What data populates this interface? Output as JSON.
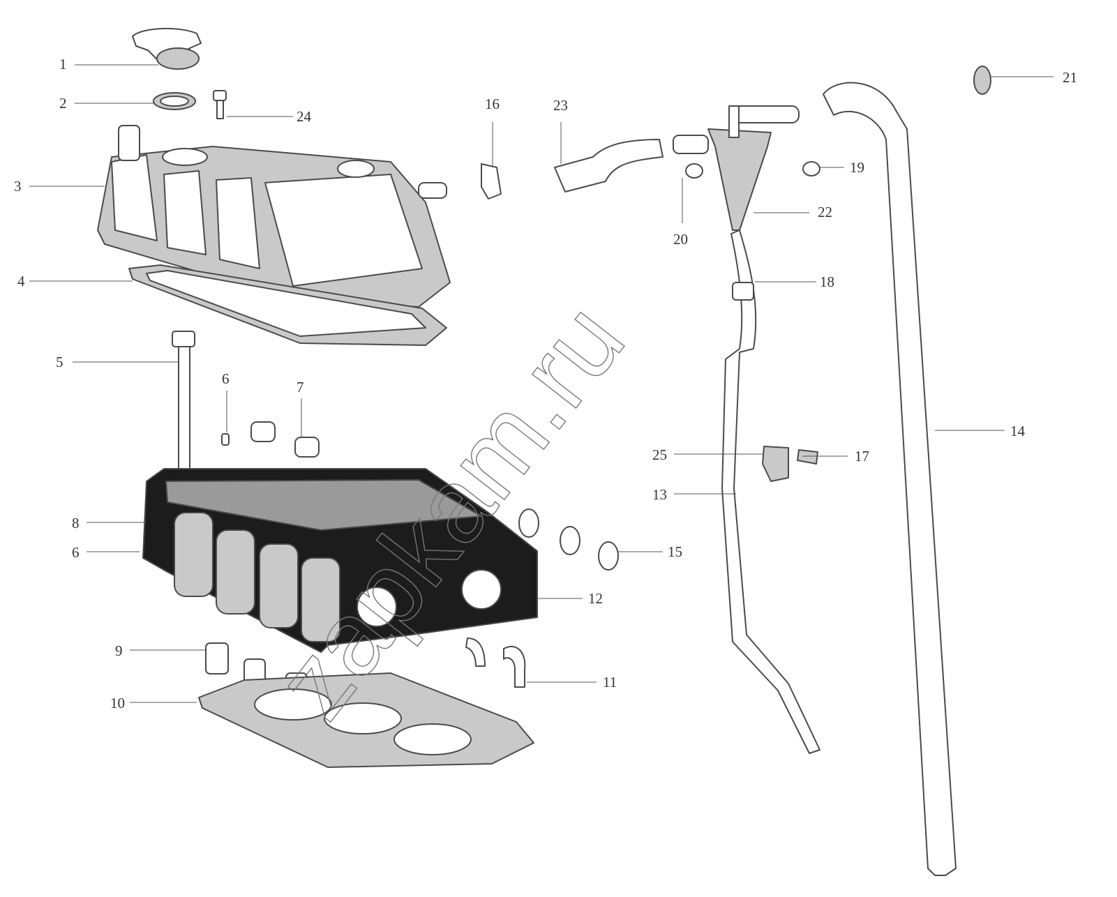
{
  "watermark": "zapkam.ru",
  "callouts": [
    {
      "num": "1"
    },
    {
      "num": "2"
    },
    {
      "num": "3"
    },
    {
      "num": "4"
    },
    {
      "num": "5"
    },
    {
      "num": "6"
    },
    {
      "num": "7"
    },
    {
      "num": "8"
    },
    {
      "num": "6"
    },
    {
      "num": "9"
    },
    {
      "num": "10"
    },
    {
      "num": "11"
    },
    {
      "num": "12"
    },
    {
      "num": "13"
    },
    {
      "num": "14"
    },
    {
      "num": "15"
    },
    {
      "num": "16"
    },
    {
      "num": "17"
    },
    {
      "num": "18"
    },
    {
      "num": "19"
    },
    {
      "num": "20"
    },
    {
      "num": "21"
    },
    {
      "num": "22"
    },
    {
      "num": "23"
    },
    {
      "num": "24"
    },
    {
      "num": "25"
    }
  ]
}
